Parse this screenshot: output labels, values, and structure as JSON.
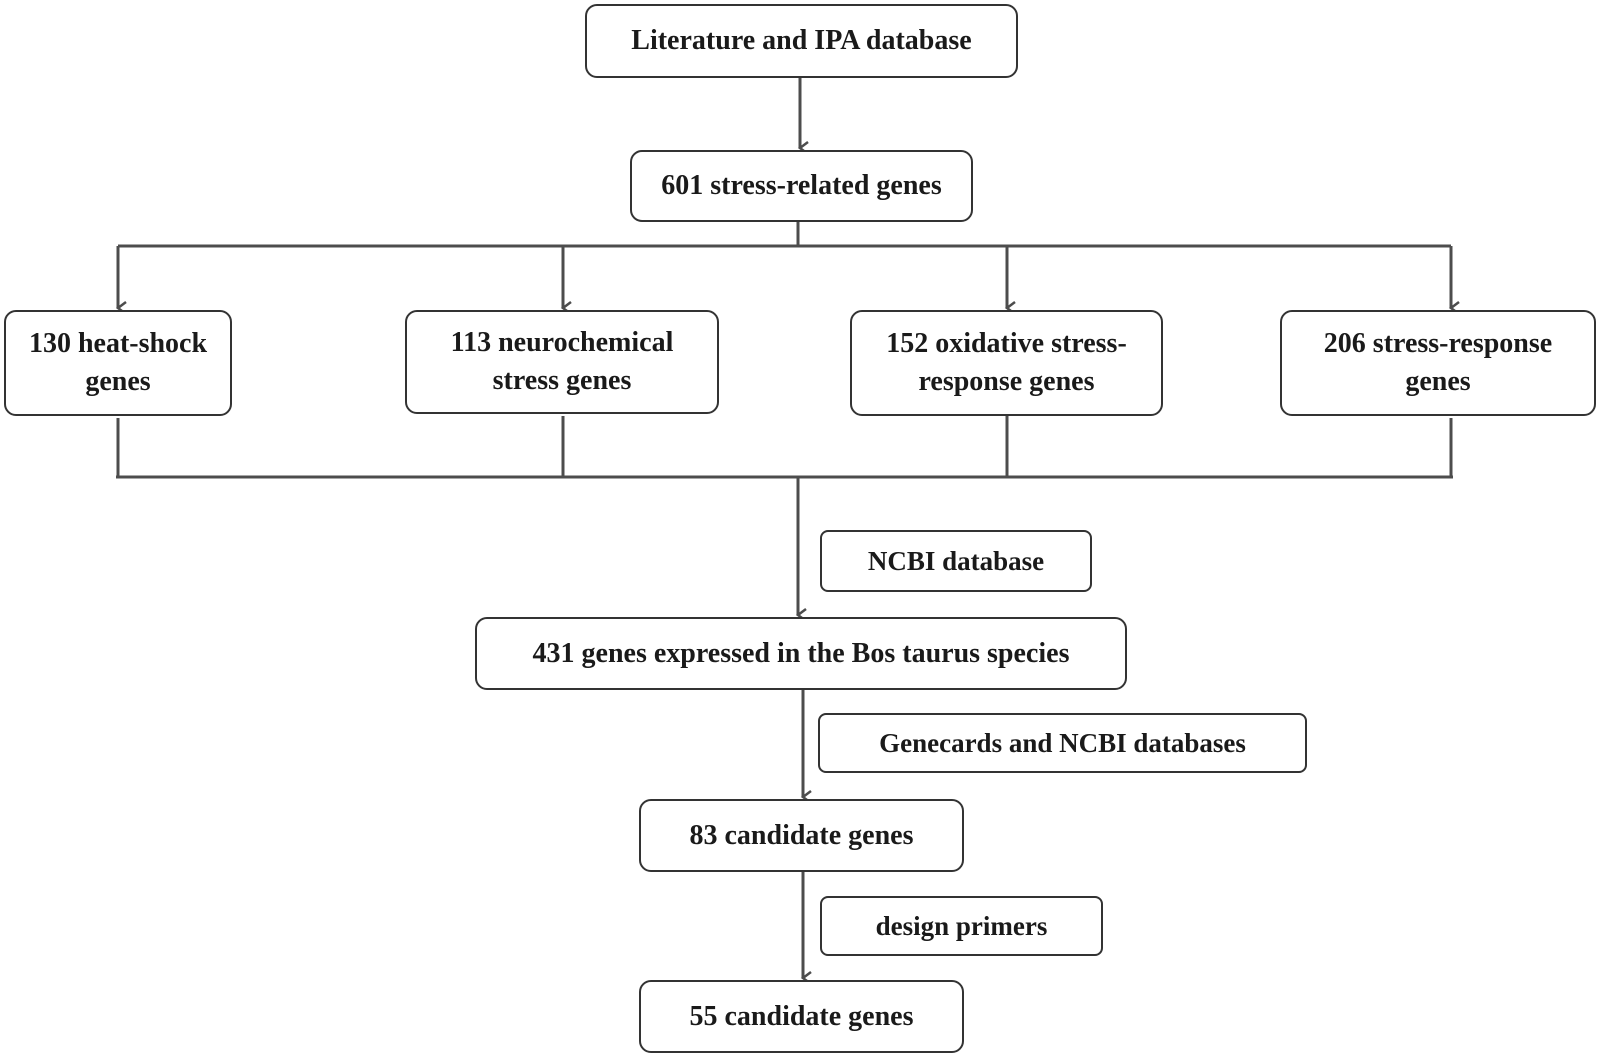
{
  "flowchart": {
    "source": "Literature and IPA database",
    "total": "601 stress-related genes",
    "categories": [
      "130 heat-shock genes",
      "113 neurochemical stress genes",
      "152 oxidative stress-response genes",
      "206 stress-response genes"
    ],
    "step1_label": "NCBI database",
    "step1_result": "431 genes expressed in the Bos taurus species",
    "step2_label": "Genecards and NCBI databases",
    "step2_result": "83 candidate genes",
    "step3_label": "design primers",
    "step3_result": "55 candidate genes"
  },
  "colors": {
    "line": "#4d4d4d",
    "border": "#333333",
    "text": "#1a1a1a"
  }
}
